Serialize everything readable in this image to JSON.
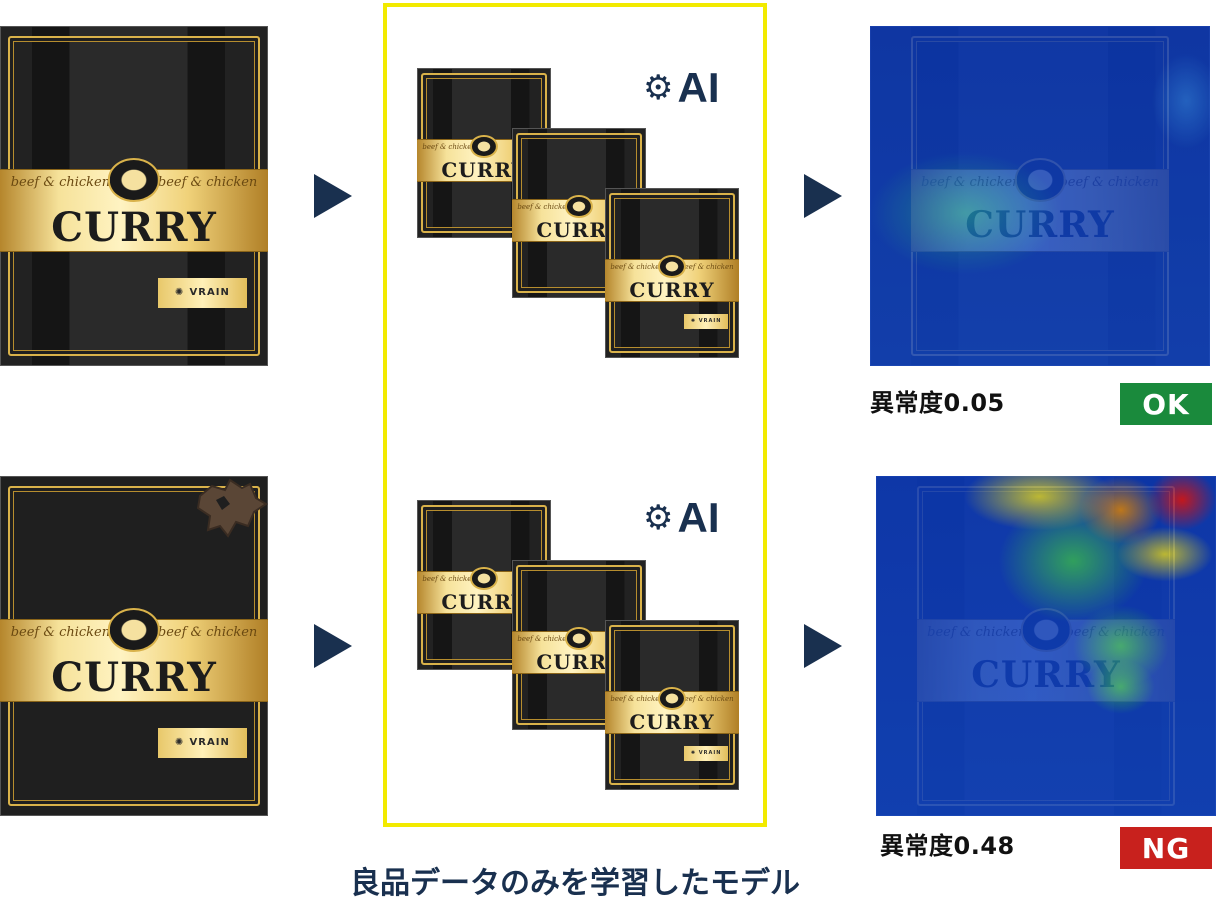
{
  "package": {
    "subtitle": "beef & chicken",
    "title": "CURRY",
    "brand": "VRAIN"
  },
  "ai_label": "AI",
  "icons": {
    "gear": "gear-icon",
    "arrow": "arrow-right-icon"
  },
  "results": [
    {
      "score_label": "異常度0.05",
      "verdict": "OK",
      "verdict_color": "#1a8a3c"
    },
    {
      "score_label": "異常度0.48",
      "verdict": "NG",
      "verdict_color": "#c8211d"
    }
  ],
  "caption": "良品データのみを学習したモデル",
  "colors": {
    "navy": "#19304f",
    "highlight": "#f2ea00"
  }
}
